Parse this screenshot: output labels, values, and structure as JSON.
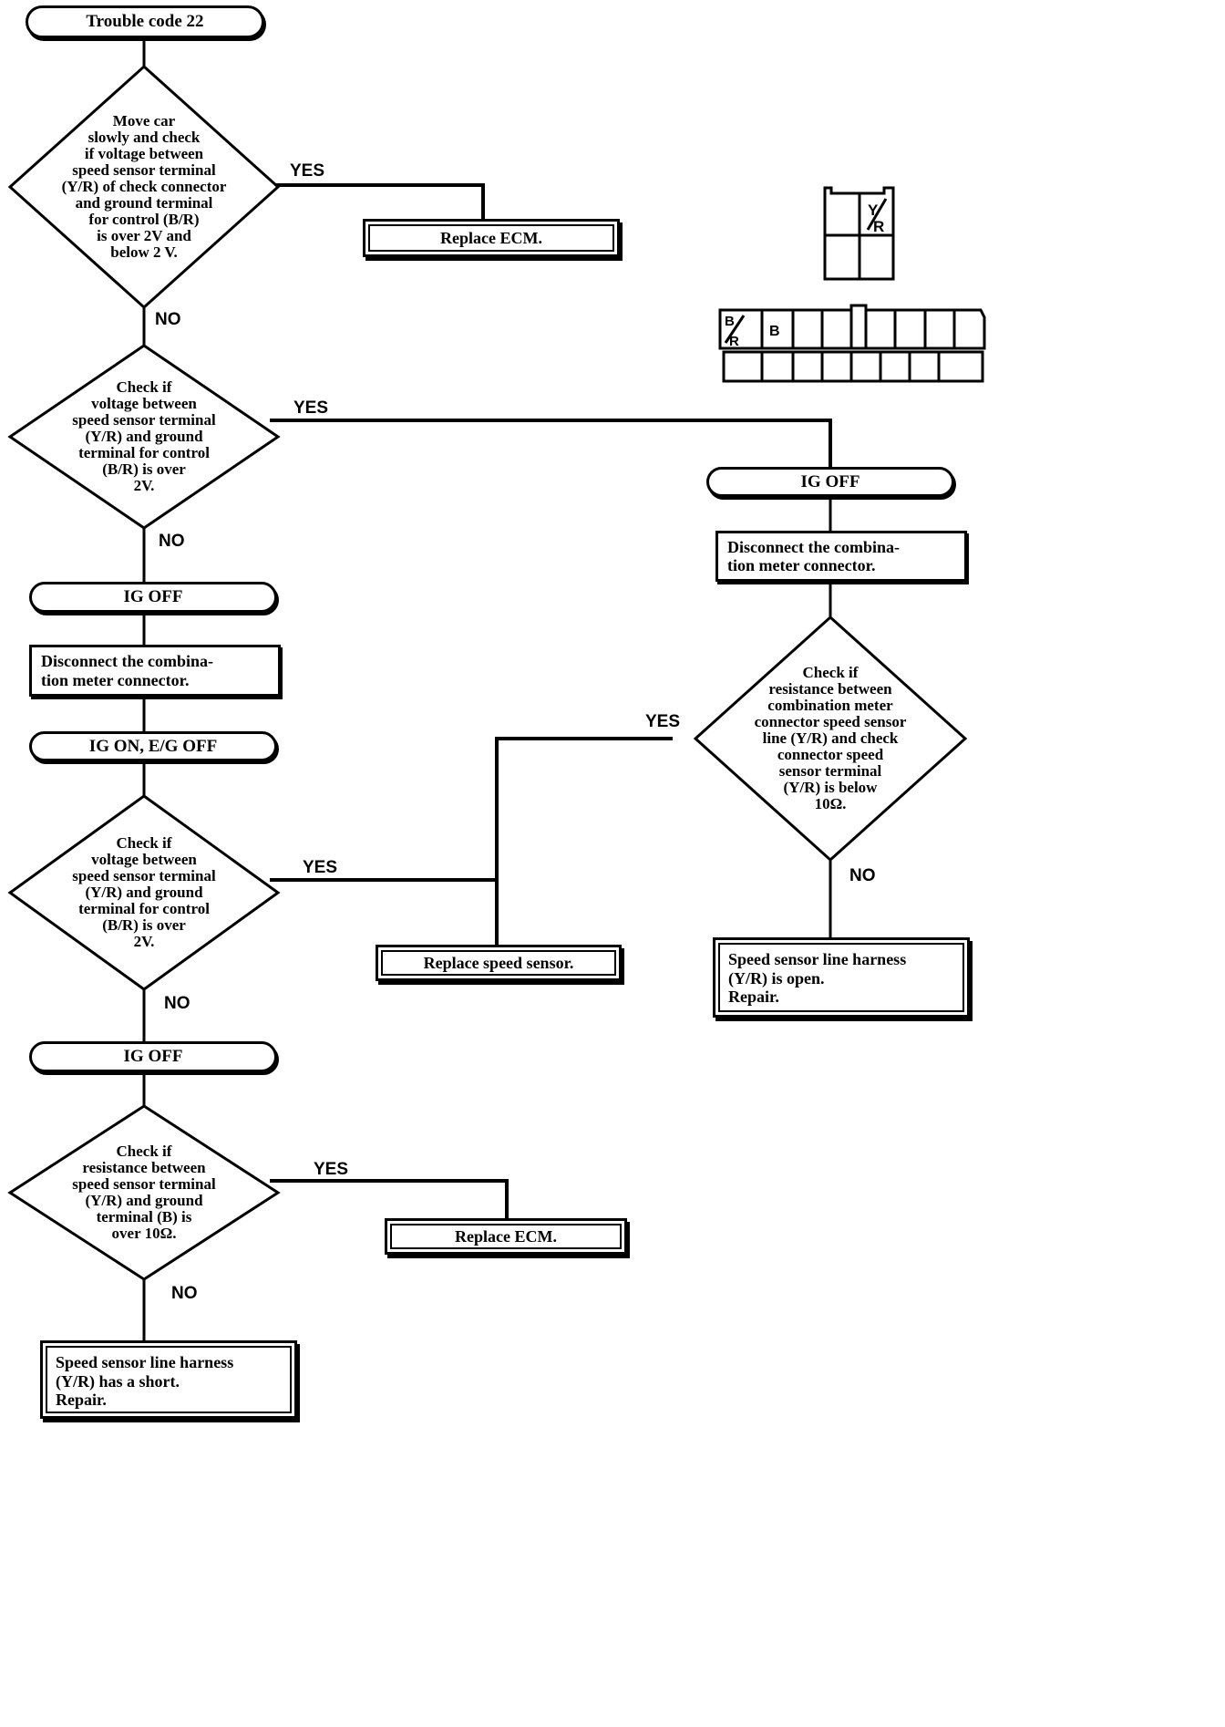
{
  "title": "Trouble code 22 diagnostic flowchart",
  "labels": {
    "yes": "YES",
    "no": "NO"
  },
  "nodes": {
    "start": {
      "text": "Trouble code 22"
    },
    "d1": {
      "text": "Move car\nslowly and check\nif voltage between\nspeed sensor terminal\n(Y/R) of check connector\nand ground terminal\nfor control (B/R)\nis over 2V and\nbelow 2 V."
    },
    "r1": {
      "text": "Replace ECM."
    },
    "d2": {
      "text": "Check if\nvoltage between\nspeed sensor terminal\n(Y/R) and ground\nterminal for control\n(B/R) is over\n2V."
    },
    "t_igoff_left1": {
      "text": "IG OFF"
    },
    "p_disc_left": {
      "text": "Disconnect the combina-\ntion meter connector."
    },
    "t_igon_left": {
      "text": "IG ON, E/G OFF"
    },
    "d3": {
      "text": "Check if\nvoltage between\nspeed sensor terminal\n(Y/R) and ground\nterminal for control\n(B/R) is over\n2V."
    },
    "t_igoff_left2": {
      "text": "IG OFF"
    },
    "d4": {
      "text": "Check if\nresistance between\nspeed sensor terminal\n(Y/R) and ground\nterminal (B) is\nover 10Ω."
    },
    "r2": {
      "text": "Replace ECM."
    },
    "r3": {
      "text": "Speed sensor line harness\n(Y/R) has a short.\nRepair."
    },
    "t_igoff_right": {
      "text": "IG OFF"
    },
    "p_disc_right": {
      "text": "Disconnect the combina-\ntion meter connector."
    },
    "d5": {
      "text": "Check if\nresistance between\ncombination meter\nconnector speed sensor\nline (Y/R) and check\nconnector speed\nsensor terminal\n(Y/R) is below\n10Ω."
    },
    "r4": {
      "text": "Replace speed sensor."
    },
    "r5": {
      "text": "Speed sensor line harness\n(Y/R) is open.\nRepair."
    }
  },
  "connectors": {
    "check_connector": {
      "name": "check-connector",
      "cell_label": "Y/R",
      "cells": 4
    },
    "meter_connector": {
      "name": "combination-meter-connector",
      "cell_label_1": "B/R",
      "cell_label_2": "B"
    }
  },
  "edges": [
    {
      "from": "d1",
      "label": "YES",
      "to": "r1"
    },
    {
      "from": "d1",
      "label": "NO",
      "to": "d2"
    },
    {
      "from": "d2",
      "label": "YES",
      "to": "t_igoff_right"
    },
    {
      "from": "d2",
      "label": "NO",
      "to": "t_igoff_left1"
    },
    {
      "from": "d3",
      "label": "YES",
      "to": "r4"
    },
    {
      "from": "d3",
      "label": "NO",
      "to": "t_igoff_left2"
    },
    {
      "from": "d4",
      "label": "YES",
      "to": "r2"
    },
    {
      "from": "d4",
      "label": "NO",
      "to": "r3"
    },
    {
      "from": "d5",
      "label": "YES",
      "to": "r4"
    },
    {
      "from": "d5",
      "label": "NO",
      "to": "r5"
    }
  ]
}
